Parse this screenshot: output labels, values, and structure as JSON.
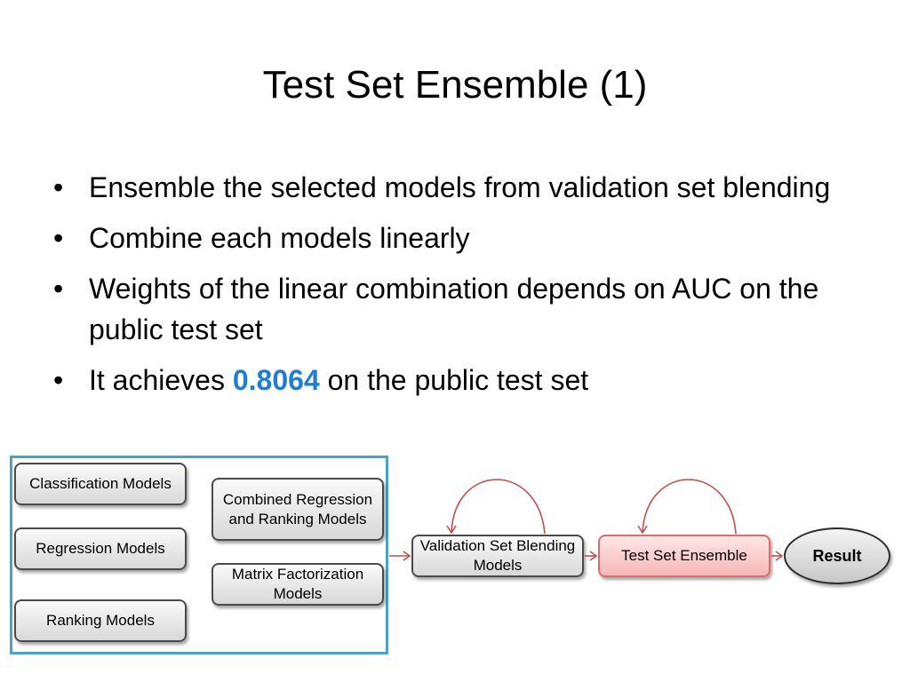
{
  "slide": {
    "title": "Test Set Ensemble (1)",
    "bullets": [
      "Ensemble the selected models from validation set blending",
      "Combine each models linearly",
      "Weights of the linear combination depends on AUC on the public test set"
    ],
    "bullet4": {
      "prefix": "It achieves ",
      "value": "0.8064",
      "suffix": " on the public test set"
    }
  },
  "diagram": {
    "models": {
      "classification": "Classification Models",
      "regression": "Regression Models",
      "ranking": "Ranking Models",
      "combined": "Combined Regression and Ranking Models",
      "matrix": "Matrix Factorization Models"
    },
    "validation": "Validation Set Blending Models",
    "test_ensemble": "Test Set Ensemble",
    "result": "Result",
    "colors": {
      "frame": "#4aa3c1",
      "arrow": "#c0504d",
      "highlight": "#1f7ed3"
    }
  }
}
